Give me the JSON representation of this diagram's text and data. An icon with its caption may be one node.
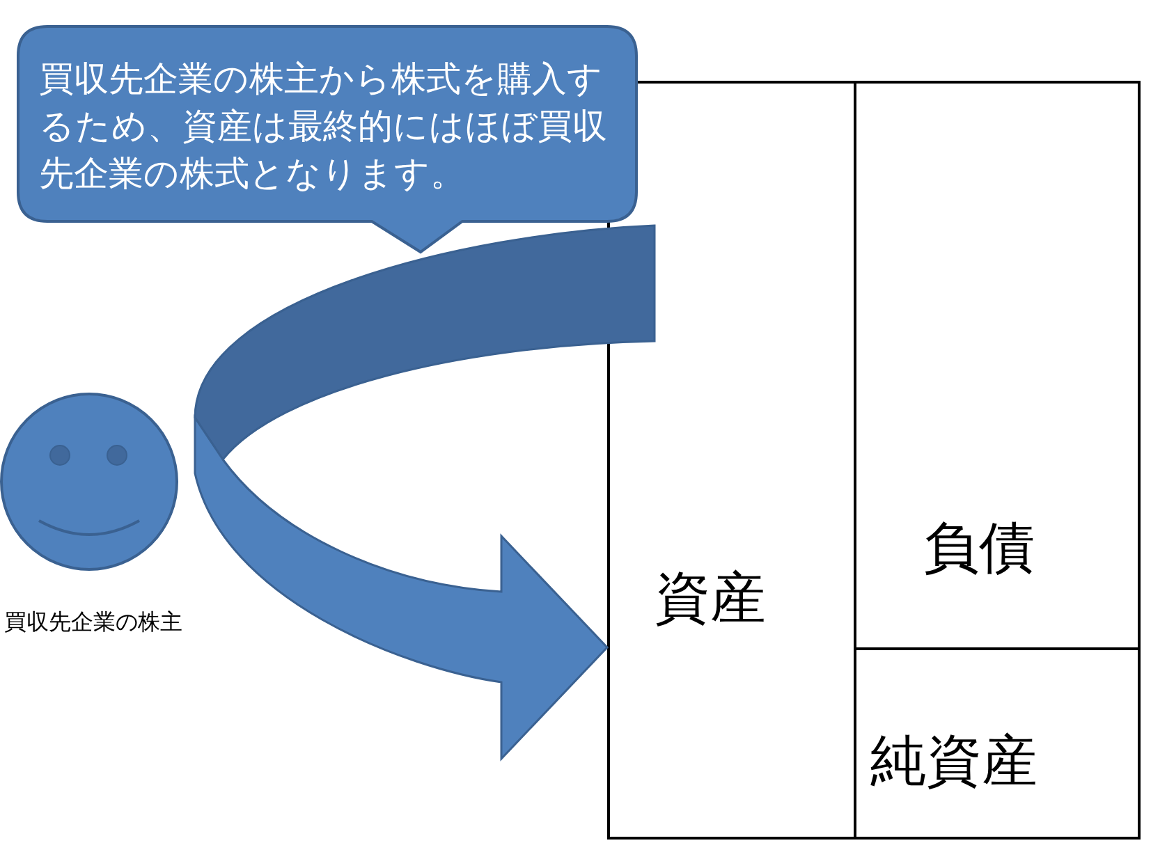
{
  "diagram": {
    "nodes": [
      {
        "text": [
          "買収先企業の株主から株式を購入するため、資産は最終的にはほぼ買収先企業の株式となります。"
        ]
      },
      {
        "text": [],
        "shape": "circle",
        "beside": [
          "買収先企業の株主"
        ]
      },
      {
        "text": [
          "資産"
        ]
      },
      {
        "text": [
          "負債"
        ]
      },
      {
        "text": [
          "純資産"
        ]
      }
    ],
    "edges": [
      {
        "from": null,
        "to": 2,
        "arrow": "to"
      }
    ]
  }
}
